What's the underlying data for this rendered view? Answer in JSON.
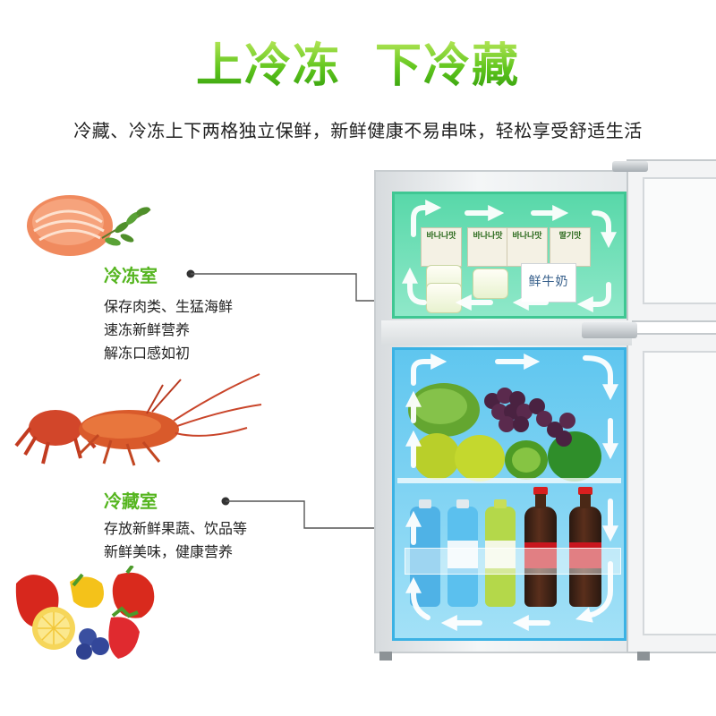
{
  "headline": {
    "part1": "上冷冻",
    "part2": "下冷藏"
  },
  "subtitle": "冷藏、冷冻上下两格独立保鲜，新鲜健康不易串味，轻松享受舒适生活",
  "freezer_zone": {
    "title": "冷冻室",
    "lines": [
      "保存肉类、生猛海鲜",
      "速冻新鲜营养",
      "解冻口感如初"
    ]
  },
  "fridge_zone": {
    "title": "冷藏室",
    "lines": [
      "存放新鲜果蔬、饮品等",
      "新鲜美味，健康营养"
    ]
  },
  "products": {
    "milk_box": "鲜牛奶",
    "pack_brand": "바나나맛",
    "pack_brand_2": "딸기맛"
  },
  "colors": {
    "headline_green": "#5ec41c",
    "zone_title_green": "#55b51f",
    "freezer_cavity": "#58d8a9",
    "fridge_cavity": "#5fc6ef"
  },
  "icons": [
    "salmon-illustration",
    "lobster-illustration",
    "fruit-illustration",
    "airflow-arrow-icon"
  ]
}
